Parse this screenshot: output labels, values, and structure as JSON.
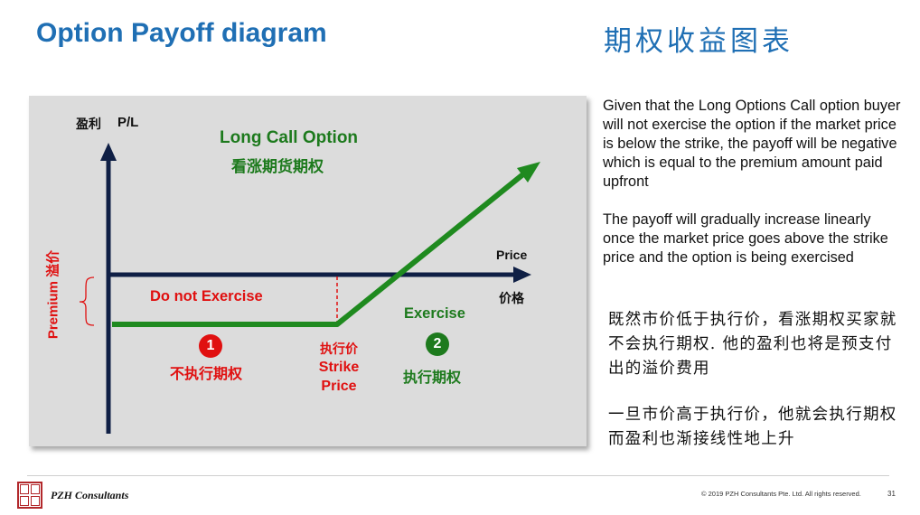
{
  "header": {
    "title_en": "Option Payoff diagram",
    "title_zh": "期权收益图表"
  },
  "diagram": {
    "y_axis_label_zh": "盈利",
    "y_axis_label_en": "P/L",
    "x_axis_label_en": "Price",
    "x_axis_label_zh": "价格",
    "heading_en": "Long Call Option",
    "heading_zh": "看涨期货期权",
    "premium_label": "Premium 溢价",
    "do_not_exercise": "Do not Exercise",
    "exercise": "Exercise",
    "marker1": "1",
    "marker1_label": "不执行期权",
    "strike_zh": "执行价",
    "strike_en_line1": "Strike",
    "strike_en_line2": "Price",
    "marker2": "2",
    "marker2_label": "执行期权",
    "colors": {
      "axis": "#0f1f45",
      "payoff": "#1f8a1f",
      "red": "#e01010",
      "green_text": "#1d7a1d",
      "panel": "#dcdcdc"
    }
  },
  "explanation": {
    "para1_en": "Given that the Long Options Call option buyer will not exercise the option if the market price is below the strike, the payoff will be negative which is equal to the premium  amount paid upfront",
    "para2_en": "The payoff will gradually increase linearly once the market price goes above the strike price and the option is being exercised",
    "para1_zh": "既然市价低于执行价，看涨期权买家就不会执行期权. 他的盈利也将是预支付出的溢价费用",
    "para2_zh": "一旦市价高于执行价，他就会执行期权而盈利也渐接线性地上升"
  },
  "footer": {
    "company": "PZH Consultants",
    "copyright": "© 2019 PZH Consultants Pte. Ltd. All rights reserved.",
    "page_number": "31"
  }
}
